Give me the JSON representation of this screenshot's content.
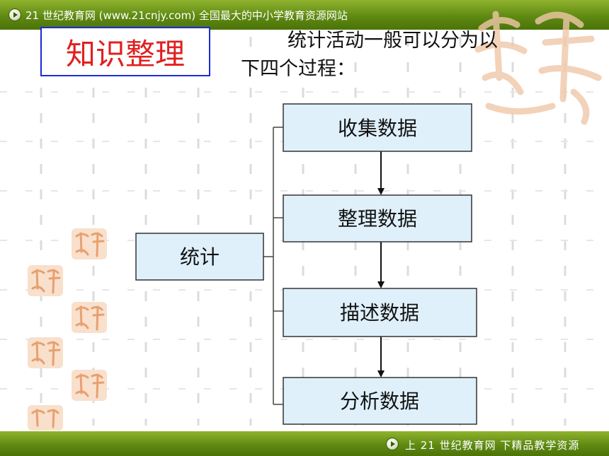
{
  "header": {
    "banner_text": "21 世纪教育网 (www.21cnjy.com)  全国最大的中小学教育资源网站"
  },
  "footer": {
    "banner_text": "上 21 世纪教育网   下精品教学资源"
  },
  "title": {
    "label": "知识整理"
  },
  "intro": {
    "line1": "统计活动一般可以分为以",
    "line2": "下四个过程："
  },
  "diagram": {
    "root": "统计",
    "steps": [
      "收集数据",
      "整理数据",
      "描述数据",
      "分析数据"
    ]
  },
  "colors": {
    "bar_green": "#5f8a12",
    "title_red": "#e02020",
    "title_border_blue": "#1a2bd6",
    "box_fill": "#dff0fb",
    "seal_orange": "#e8a070"
  },
  "icons": [
    "play-icon",
    "seal-icon"
  ]
}
